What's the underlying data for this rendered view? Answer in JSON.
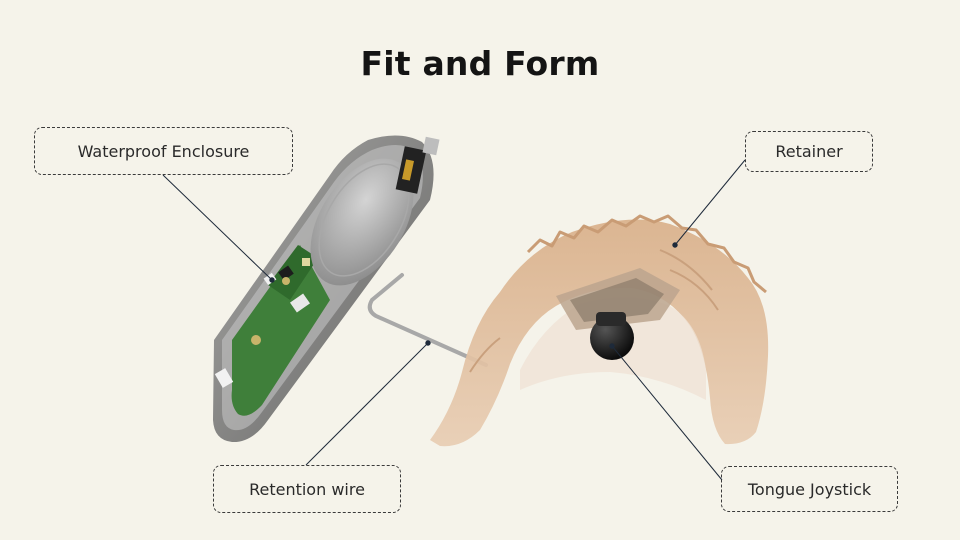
{
  "title": "Fit and Form",
  "labels": {
    "enclosure": "Waterproof Enclosure",
    "retainer": "Retainer",
    "wire": "Retention wire",
    "joystick": "Tongue Joystick"
  },
  "colors": {
    "background": "#f5f3ea",
    "retainer": "#dcb896",
    "pcb": "#3f7f3a",
    "joystick": "#1c1c1c"
  }
}
